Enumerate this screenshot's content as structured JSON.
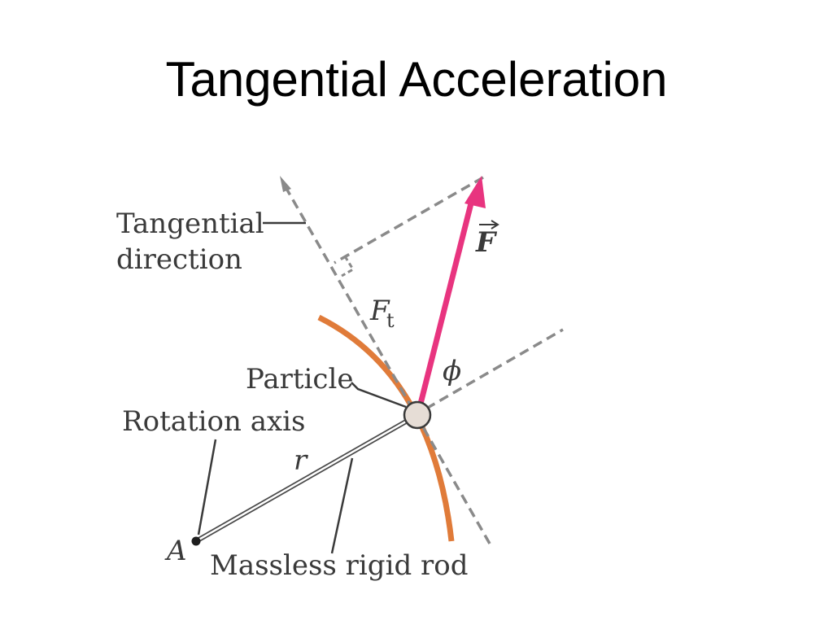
{
  "title": "Tangential Acceleration",
  "labels": {
    "tangential_line1": "Tangential",
    "tangential_line2": "direction",
    "force": "F",
    "force_tangential_main": "F",
    "force_tangential_sub": "t",
    "angle": "ϕ",
    "particle": "Particle",
    "rotation_axis": "Rotation axis",
    "radius": "r",
    "axis_point": "A",
    "rod": "Massless rigid rod"
  },
  "colors": {
    "force_arrow": "#e8347f",
    "arc": "#e07b39",
    "dashed": "#8a8a8a",
    "text": "#3a3a3a",
    "particle_fill": "#e6ddd6"
  }
}
